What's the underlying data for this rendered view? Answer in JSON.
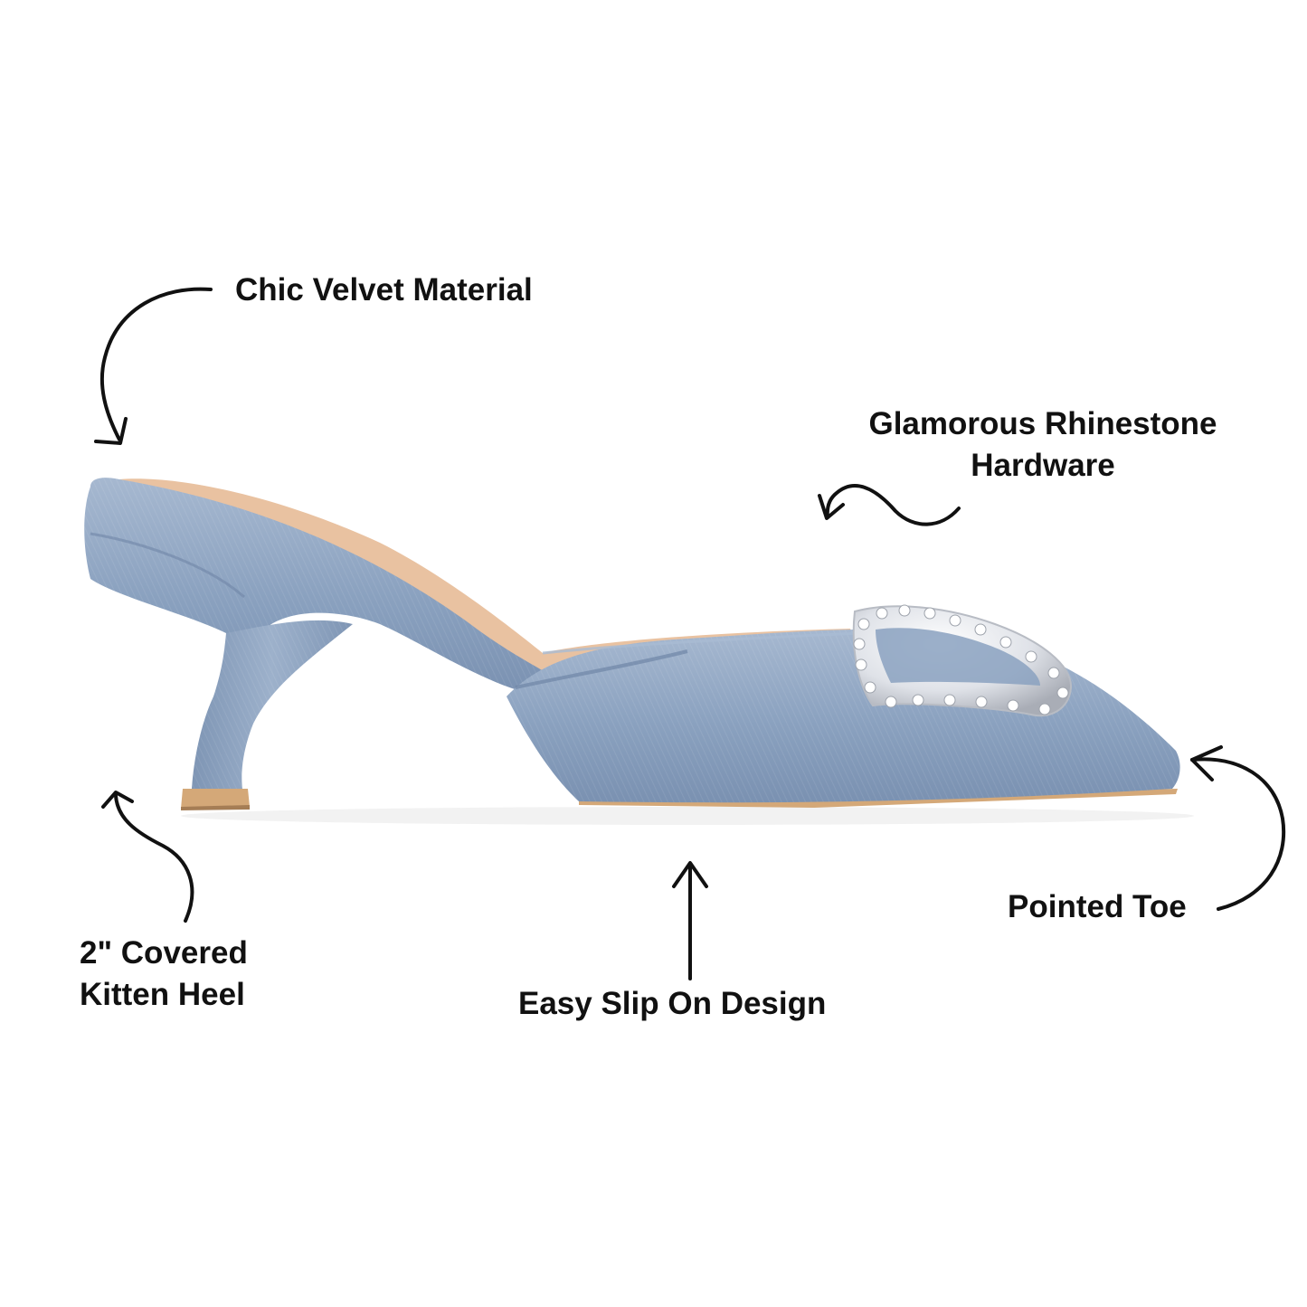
{
  "colors": {
    "background": "#ffffff",
    "label_text": "#111111",
    "arrow": "#111111",
    "velvet": "#8aa1bf",
    "velvet_shadow": "#6f86a6",
    "velvet_highlight": "#a9bbd3",
    "lining": "#e9c2a1",
    "sole_edge": "#d4a878",
    "rhinestone": "#e4e6ea"
  },
  "callouts": {
    "velvet": "Chic Velvet Material",
    "rhinestone_line1": "Glamorous Rhinestone",
    "rhinestone_line2": "Hardware",
    "toe": "Pointed Toe",
    "heel_line1": "2\" Covered",
    "heel_line2": "Kitten Heel",
    "slip": "Easy Slip On Design"
  },
  "icons": {
    "arrows": [
      "curved-arrow-icon",
      "wavy-arrow-icon",
      "straight-up-arrow-icon"
    ],
    "product": "kitten-heel-mule-shoe-image"
  }
}
